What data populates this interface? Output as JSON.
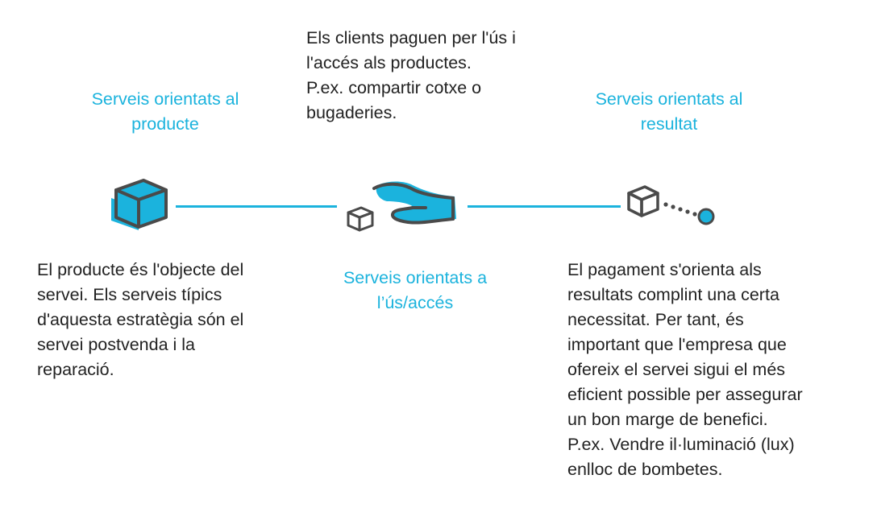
{
  "colors": {
    "accent": "#1bb3dd",
    "stroke": "#4a4a4a",
    "text": "#222222"
  },
  "headings": {
    "product": "Serveis orientats al\nproducte",
    "use_access": "Serveis orientats a\nl’ús/accés",
    "result": "Serveis orientats al\nresultat"
  },
  "descriptions": {
    "use_access": "Els clients paguen per l'ús i\nl'accés als productes.\nP.ex. compartir cotxe o\nbugaderies.",
    "product": "El producte és l'objecte del\nservei. Els serveis típics\nd'aquesta estratègia són el\nservei postvenda i la\nreparació.",
    "result": "El pagament s'orienta als\nresultats complint una certa\nnecessitat. Per tant, és\nimportant que l'empresa que\nofereix el servei sigui el més\neficient possible per assegurar\nun bon marge de benefici.\nP.ex. Vendre il·luminació (lux)\nenlloc de bombetes."
  },
  "icons": {
    "product": "filled-cube-icon",
    "use_access": "hand-with-cube-icon",
    "result": "cube-with-dotted-target-icon"
  }
}
